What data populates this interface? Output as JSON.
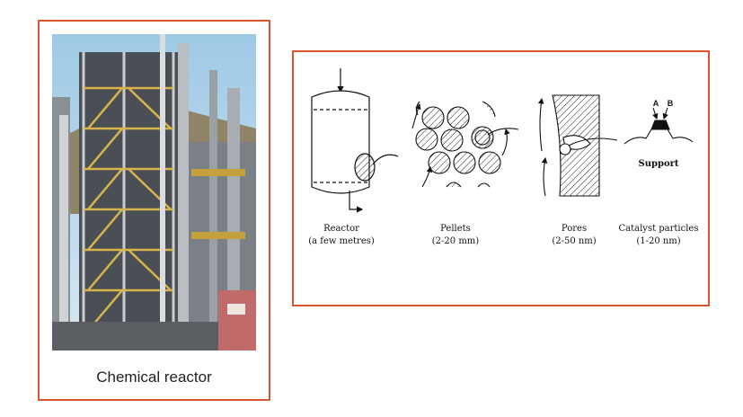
{
  "photo": {
    "caption": "Chemical reactor"
  },
  "diagram": {
    "stages": [
      {
        "name": "Reactor",
        "size": "(a few metres)"
      },
      {
        "name": "Pellets",
        "size": "(2-20 mm)"
      },
      {
        "name": "Pores",
        "size": "(2-50 nm)"
      },
      {
        "name": "Catalyst particles",
        "size": "(1-20 nm)"
      }
    ],
    "support_label": "Support",
    "reactant_a": "A",
    "reactant_b": "B"
  }
}
